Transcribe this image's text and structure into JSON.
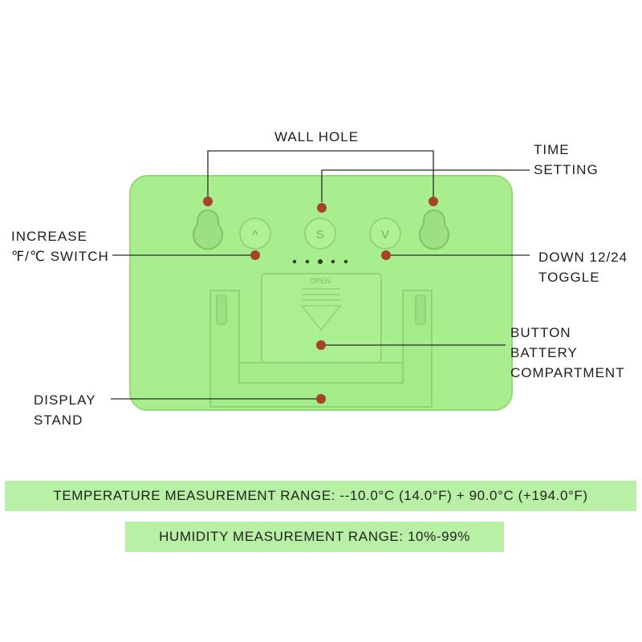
{
  "callouts": {
    "wall_hole": "WALL HOLE",
    "time_setting": [
      "TIME",
      "SETTING"
    ],
    "increase_switch": [
      "INCREASE",
      "℉/℃ SWITCH"
    ],
    "down_toggle": [
      "DOWN 12/24",
      "TOGGLE"
    ],
    "battery_compartment": [
      "BUTTON",
      "BATTERY",
      "COMPARTMENT"
    ],
    "display_stand": [
      "DISPLAY",
      "STAND"
    ]
  },
  "device": {
    "body_color": "#a8ee8e",
    "buttons": [
      {
        "name": "up-button",
        "symbol": "^"
      },
      {
        "name": "set-button",
        "symbol": "S"
      },
      {
        "name": "down-button",
        "symbol": "V"
      }
    ],
    "cover_text": "OPEN"
  },
  "marker_color": "#a5432a",
  "specs": {
    "temperature_range": "TEMPERATURE MEASUREMENT RANGE: --10.0°C (14.0°F) + 90.0°C (+194.0°F)",
    "humidity_range": "HUMIDITY MEASUREMENT RANGE: 10%-99%"
  }
}
